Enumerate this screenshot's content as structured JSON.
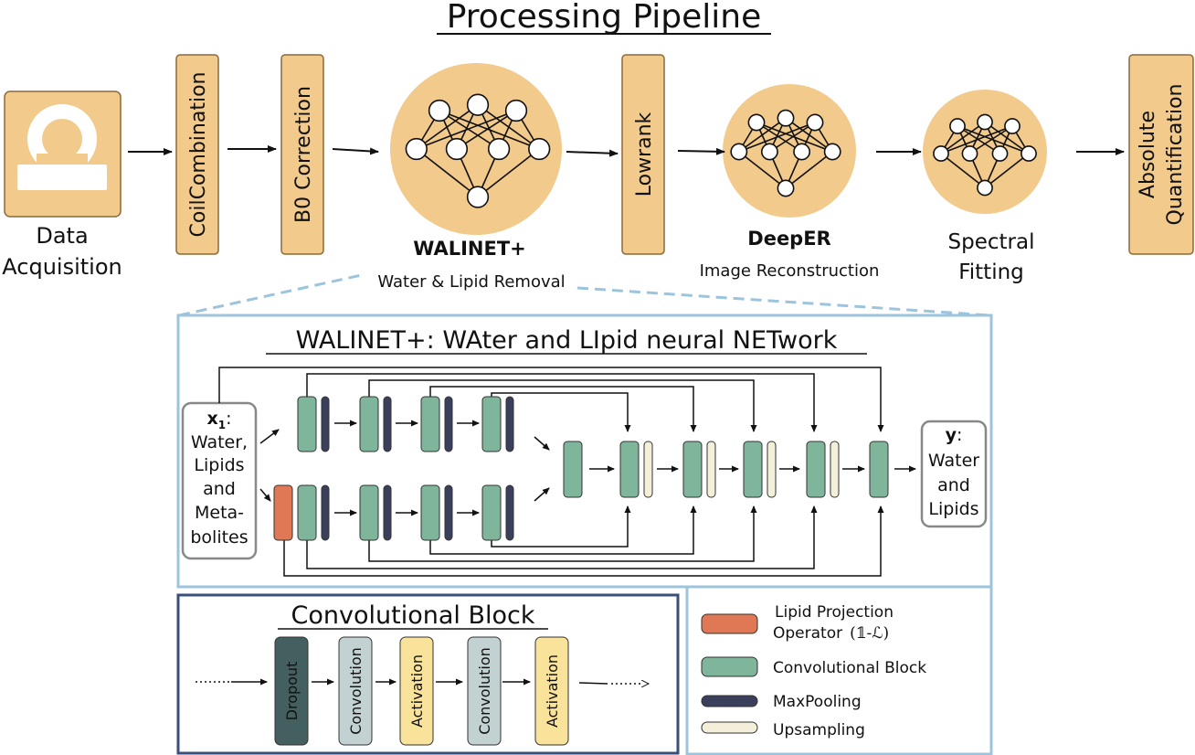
{
  "title": "Processing Pipeline",
  "stages": {
    "data_acquisition": [
      "Data",
      "Acquisition"
    ],
    "coil_combination": "CoilCombination",
    "b0_correction": "B0 Correction",
    "walinet": {
      "name": "WALINET+",
      "subtitle": "Water & Lipid Removal"
    },
    "lowrank": "Lowrank",
    "deeper": {
      "name": "DeepER",
      "subtitle": "Image Reconstruction"
    },
    "spectral_fitting": [
      "Spectral",
      "Fitting"
    ],
    "absolute_quantification": [
      "Absolute",
      "Quantification"
    ]
  },
  "walinet_panel": {
    "title": "WALINET+: WAter and LIpid neural NETwork",
    "input": {
      "symbol": "x",
      "subscript": "1",
      "lines": [
        "Water,",
        "Lipids",
        "and",
        "Meta-",
        "bolites"
      ]
    },
    "output": {
      "symbol": "y",
      "lines": [
        "Water",
        "and",
        "Lipids"
      ]
    }
  },
  "conv_block_panel": {
    "title": "Convolutional Block",
    "steps": [
      "Dropout",
      "Convolution",
      "Activation",
      "Convolution",
      "Activation"
    ]
  },
  "legend": [
    {
      "label": [
        "Lipid Projection",
        "Operator"
      ],
      "formula": "(𝟙-ℒ)",
      "color": "#e07856"
    },
    {
      "label": [
        "Convolutional Block"
      ],
      "color": "#7fb59a"
    },
    {
      "label": [
        "MaxPooling"
      ],
      "color": "#3a3f5c"
    },
    {
      "label": [
        "Upsampling"
      ],
      "color": "#f4efd8"
    }
  ],
  "colors": {
    "stage_fill": "#f2ca8c",
    "stage_stroke": "#8a6a3a",
    "conv_block": "#7fb59a",
    "maxpool": "#3a3f5c",
    "upsample": "#f4efd8",
    "lipid_op": "#e07856",
    "panel_light": "#9cc4dc",
    "panel_dark": "#3a4f7a",
    "dropout": "#435f5f",
    "convolution": "#c2d1d1",
    "activation": "#f9e29a"
  },
  "icons": [
    "headcoil-icon",
    "neural-network-icon",
    "arrow-icon"
  ]
}
